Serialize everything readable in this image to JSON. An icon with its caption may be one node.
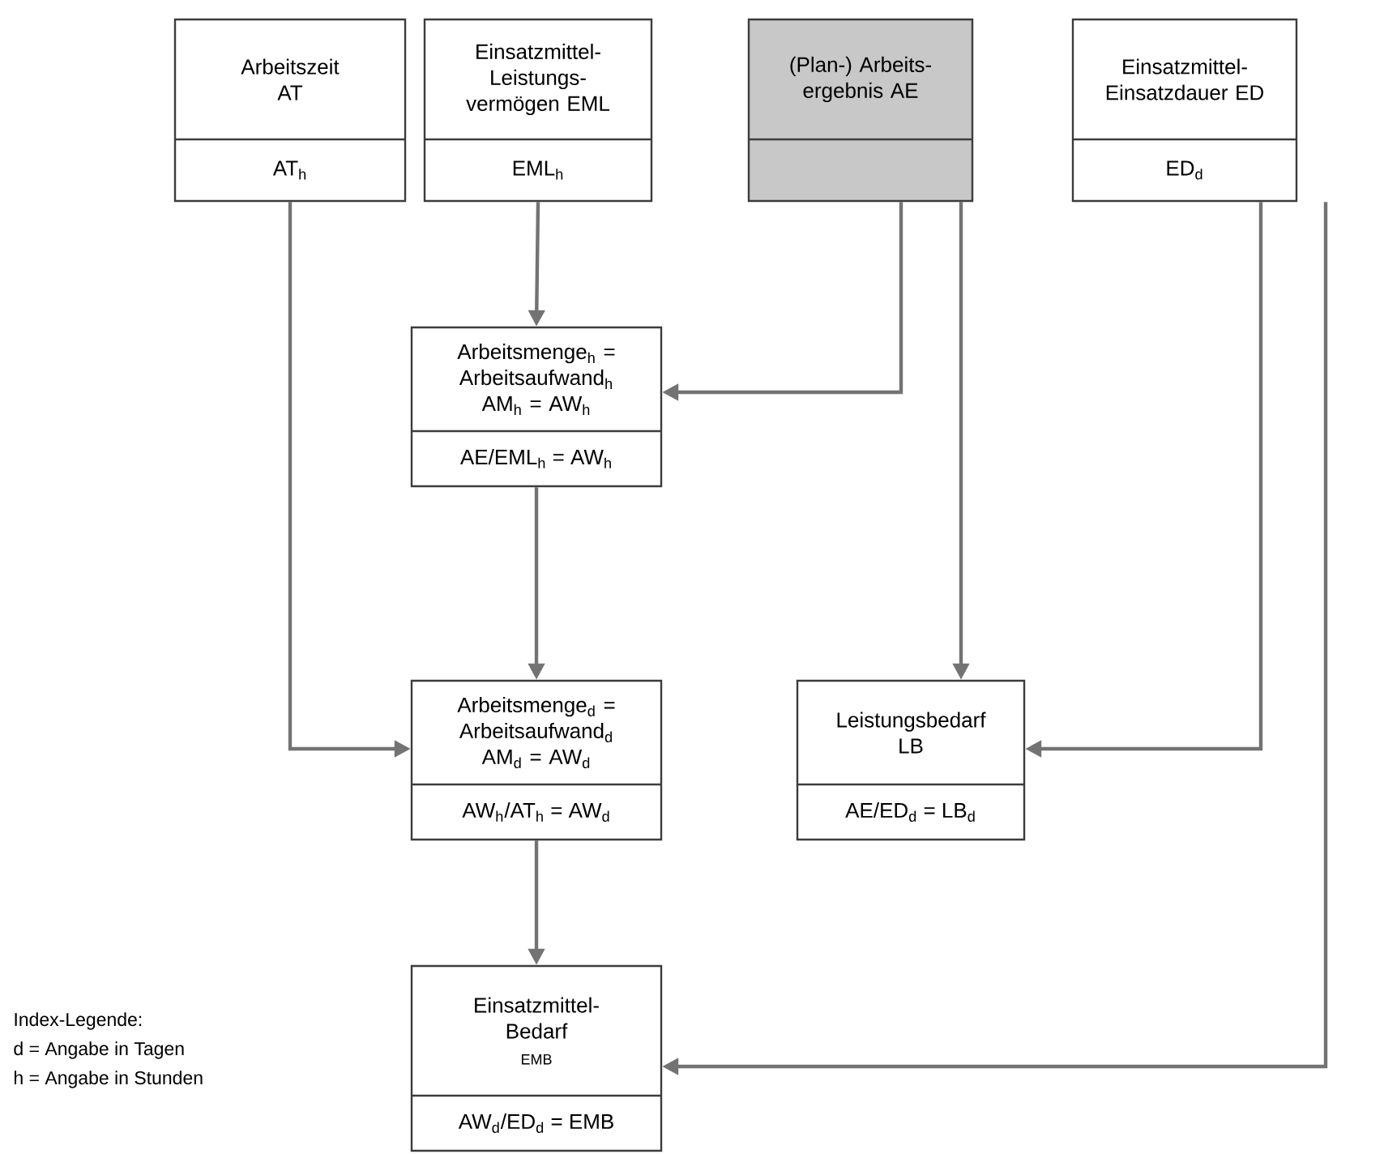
{
  "diagram": {
    "nodes": [
      {
        "text": [
          "Arbeitszeit AT",
          "AT$_{h}$"
        ]
      },
      {
        "text": [
          "Einsatzmittel-Leistungs-vermögen EML",
          "EML$_{h}$"
        ]
      },
      {
        "text": [
          "(Plan-) Arbeits-ergebnis AE"
        ]
      },
      {
        "text": [
          "Einsatzmittel-Einsatzdauer ED",
          "ED$_{d}$"
        ]
      },
      {
        "text": [
          "Arbeitsmenge$_{h}$ = Arbeitsaufwand$_{h}$ AM$_{h}$ = AW$_{h}$",
          "AE/EML$_{h}$ = AW$_{h}$"
        ]
      },
      {
        "text": [
          "Arbeitsmenge$_{d}$ = Arbeitsaufwand$_{d}$ AM$_{d}$ = AW$_{d}$",
          "AW$_{h}$/AT$_{h}$ = AW$_{d}$"
        ]
      },
      {
        "text": [
          "Leistungsbedarf LB",
          "AE/ED$_{d}$ = LB$_{d}$"
        ]
      },
      {
        "text": [
          "Einsatzmittel-Bedarf",
          "EMB",
          "AW$_{d}$/ED$_{d}$ = EMB"
        ]
      }
    ],
    "edges": [
      {
        "from": 1,
        "to": 4,
        "arrow": "to"
      },
      {
        "from": 2,
        "to": 4,
        "arrow": "to"
      },
      {
        "from": 2,
        "to": 6,
        "arrow": "to"
      },
      {
        "from": 3,
        "to": 6,
        "arrow": "to"
      },
      {
        "from": 3,
        "to": 7,
        "arrow": "to"
      },
      {
        "from": 0,
        "to": 5,
        "arrow": "to"
      },
      {
        "from": 4,
        "to": 5,
        "arrow": "to"
      },
      {
        "from": 5,
        "to": 7,
        "arrow": "to"
      }
    ],
    "labels": [
      "Index-Legende:",
      "d = Angabe in Tagen",
      "h = Angabe in Stunden"
    ]
  }
}
